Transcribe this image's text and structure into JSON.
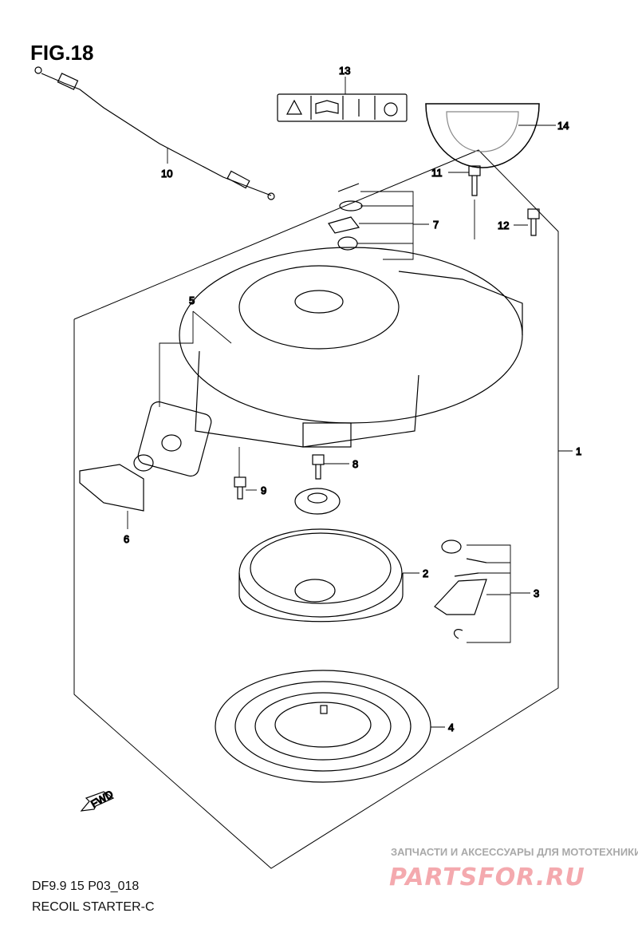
{
  "figure": {
    "title": "FIG.18",
    "code": "DF9.9 15 P03_018",
    "name": "RECOIL STARTER-C"
  },
  "callouts": {
    "c1": "1",
    "c2": "2",
    "c3": "3",
    "c4": "4",
    "c5": "5",
    "c6": "6",
    "c7": "7",
    "c8": "8",
    "c9": "9",
    "c10": "10",
    "c11": "11",
    "c12": "12",
    "c13": "13",
    "c14": "14"
  },
  "direction_marker": "FWD",
  "watermark": {
    "tagline": "ЗАПЧАСТИ И АКСЕССУАРЫ ДЛЯ МОТОТЕХНИКИ",
    "brand": "PARTSFOR.RU"
  }
}
